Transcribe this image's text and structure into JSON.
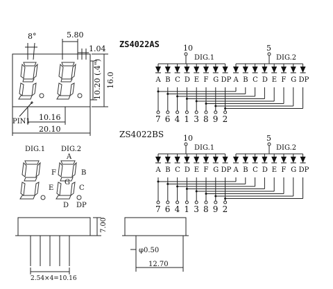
{
  "models": {
    "as": "ZS4022AS",
    "bs": "ZS4022BS"
  },
  "dims": {
    "angle": "8°",
    "seg_w": "5.80",
    "seg_gap": "1.04",
    "digit_h": "10.20 (.4\")",
    "total_h": "16.0",
    "pitch": "10.16",
    "total_w": "20.10",
    "pin1": "PIN1",
    "side_h": "7.00",
    "pin_pitch": "2.54×4=10.16",
    "pin_dia": "φ0.50",
    "side_w": "12.70"
  },
  "digits": {
    "dig1": "DIG.1",
    "dig2": "DIG.2"
  },
  "segment_labels": {
    "A": "A",
    "B": "B",
    "C": "C",
    "D": "D",
    "E": "E",
    "F": "F",
    "G": "G",
    "DP": "DP"
  },
  "schem_as": {
    "common_left": "10",
    "common_right": "5",
    "dig1": "DIG.1",
    "dig2": "DIG.2",
    "segs": [
      "A",
      "B",
      "C",
      "D",
      "E",
      "F",
      "G",
      "DP"
    ],
    "pins": [
      "7",
      "6",
      "4",
      "1",
      "3",
      "8",
      "9",
      "2"
    ]
  },
  "schem_bs": {
    "common_left": "10",
    "common_right": "5",
    "dig1": "DIG.1",
    "dig2": "DIG.2",
    "segs": [
      "A",
      "B",
      "C",
      "D",
      "E",
      "F",
      "G",
      "DP"
    ],
    "pins": [
      "7",
      "6",
      "4",
      "1",
      "3",
      "8",
      "9",
      "2"
    ]
  }
}
